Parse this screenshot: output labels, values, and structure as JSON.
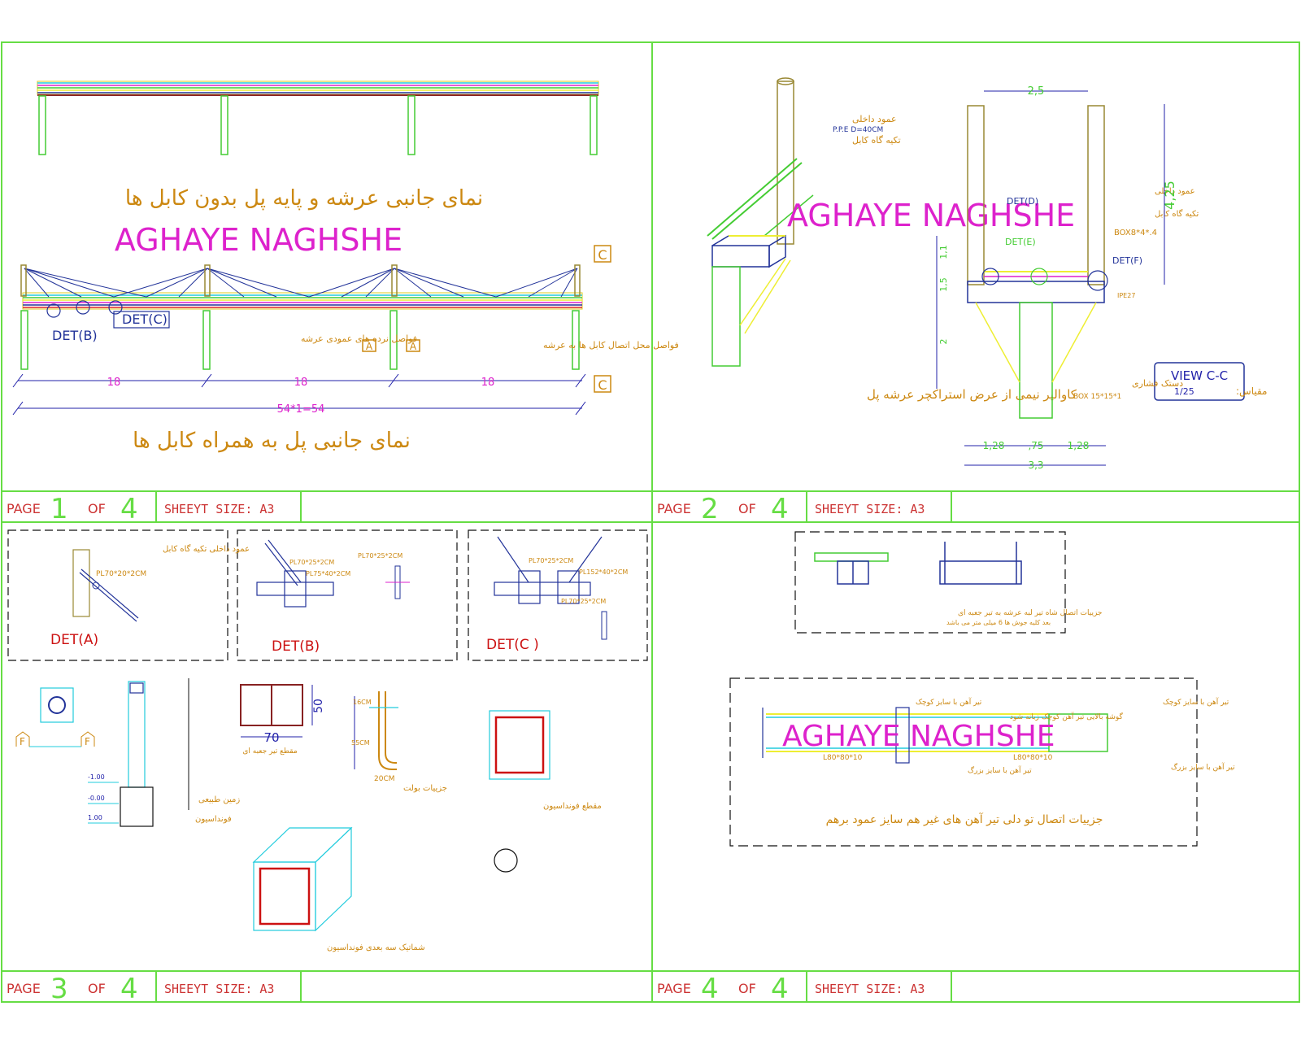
{
  "colors": {
    "frame": "#66dd44",
    "pink_text": "#dd22cc",
    "orange_text": "#cc8811",
    "dim": "#2222aa",
    "cyan": "#22ccdd",
    "yellow": "#eeee33",
    "olive": "#998833",
    "red": "#cc1111",
    "green": "#44cc33",
    "blue": "#223399"
  },
  "watermark": "AGHAYE  NAGHSHE",
  "page_of_label": "OF",
  "page_total": "4",
  "page_label": "PAGE",
  "sheet_size": "SHEEYT SIZE: A3",
  "pages": [
    {
      "num": "1"
    },
    {
      "num": "2"
    },
    {
      "num": "3"
    },
    {
      "num": "4"
    }
  ],
  "p1": {
    "title_top": "نمای جانبی عرشه و پایه پل بدون کابل ها",
    "title_bottom": "نمای جانبی پل به همراه کابل ها",
    "det_b": "DET(B)",
    "det_c": "DET(C)",
    "dim_18": "18",
    "dim_total": "54*1=54",
    "section_c": "C",
    "section_a": "A",
    "note_columns": "فواصل نرده های عمودی عرشه",
    "note_cables": "فواصل محل اتصال کابل ها به عرشه"
  },
  "p2": {
    "caption": "کاوالیر نیمی از عرض استراکچر عرشه پل",
    "view_title": "VIEW C-C",
    "view_scale_label": "مقیاس:",
    "view_scale": "1/25",
    "dim_top": "2,5",
    "dim_right": "4,25",
    "dim_b1": "1,28",
    "dim_b2": ",75",
    "dim_b3": "1,28",
    "dim_total": "3,3",
    "det_d": "DET(D)",
    "det_e": "DET(E)",
    "det_f": "DET(F)",
    "box_label": "BOX8*4*.4",
    "note_inner_col": "عمود داخلی",
    "note_cable_seat": "تکیه گاه کابل",
    "note_pipe": "P.P.E  D=40CM",
    "note_support": "دستک فشاری",
    "note_box": "BOX 15*15*1",
    "ipe_label": "IPE27",
    "dim_left1": "1,5",
    "dim_left2": "2",
    "dim_left3": "1,1"
  },
  "p3": {
    "det_a": "DET(A)",
    "det_b": "DET(B)",
    "det_c": "DET(C )",
    "note_col": "عمود داخلی تکیه گاه کابل",
    "pl_a": "PL70*20*2CM",
    "pl_b1": "PL70*25*2CM",
    "pl_b2": "PL75*40*2CM",
    "pl_b3": "PL70*25*2CM",
    "pl_c1": "PL70*25*2CM",
    "pl_c2": "PL152*40*2CM",
    "pl_c3": "PL70*25*2CM",
    "note_bolt": "جزییات بولت",
    "dim_16": "16CM",
    "dim_55": "55CM",
    "dim_20": "20CM",
    "dim_70": "70",
    "dim_50": "50",
    "note_box_section": "مقطع تیر جعبه ای",
    "note_found_section": "مقطع فونداسیون",
    "note_found_3d": "شماتیک سه بعدی فونداسیون",
    "note_ground": "زمین طبیعی",
    "note_found": "فونداسیون",
    "section_f": "F",
    "lvl1": "-1.00",
    "lvl2": "-0.00",
    "lvl3": "1.00"
  },
  "p4": {
    "note_top": "جزییات اتصال شاه تیر لبه عرشه به تیر جعبه ای",
    "note_top2": "بعد کلیه جوش ها 6 میلی متر می باشد",
    "title": "جزییات اتصال تو دلی تیر آهن های غیر هم سایز عمود برهم",
    "small_beam": "تیر آهن با سایز کوچک",
    "big_beam": "تیر آهن با سایز بزرگ",
    "angle1": "L80*80*10",
    "angle2": "L80*80*10",
    "note_corner": "گوشه بالایی تیر آهن کوچک زبانه شود"
  }
}
